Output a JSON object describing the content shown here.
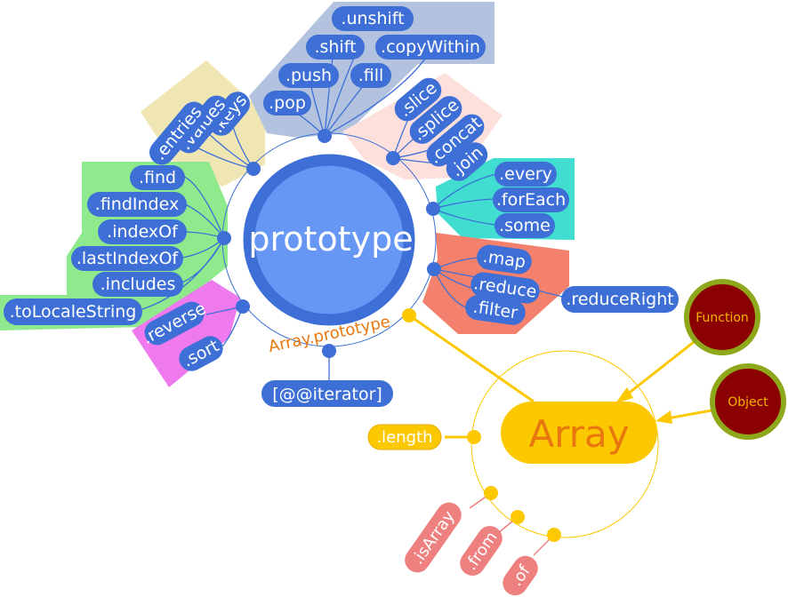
{
  "center": {
    "label": "prototype",
    "caption": "Array.prototype"
  },
  "array_node": {
    "label": "Array",
    "parents": [
      "Function",
      "Object"
    ]
  },
  "groups": {
    "iterators": {
      "color": "#efe6b3",
      "methods": [
        ".keys",
        ".values",
        ".entries"
      ]
    },
    "mutators_top": {
      "color": "#b3c3df",
      "methods": [
        ".unshift",
        ".shift",
        ".copyWithin",
        ".push",
        ".fill",
        ".pop"
      ]
    },
    "accessors_pink": {
      "color": "#fde0dc",
      "methods": [
        ".slice",
        ".splice",
        ".concat",
        ".join"
      ]
    },
    "tests_teal": {
      "color": "#40ddd0",
      "methods": [
        ".every",
        ".forEach",
        ".some"
      ]
    },
    "transform_red": {
      "color": "#f4806e",
      "methods": [
        ".map",
        ".reduce",
        ".filter",
        ".reduceRight"
      ]
    },
    "search_green": {
      "color": "#8fea8d",
      "methods": [
        ".find",
        ".findIndex",
        ".indexOf",
        ".lastIndexOf",
        ".includes",
        ".toLocaleString"
      ]
    },
    "order_magenta": {
      "color": "#ee7aee",
      "methods": [
        ".reverse",
        ".sort"
      ]
    },
    "iterator_symbol": {
      "methods": [
        "[@@iterator]"
      ]
    }
  },
  "static": {
    "length": ".length",
    "methods": [
      ".isArray",
      ".from",
      ".of"
    ]
  },
  "colors": {
    "blue": "#3d6fd6",
    "prototype_fill": "#6697f5",
    "orange_caption": "#e8770e",
    "yellow": "#fcc800",
    "salmon": "#ee8080",
    "dark_red": "#8b0000",
    "olive": "#8da81a"
  }
}
